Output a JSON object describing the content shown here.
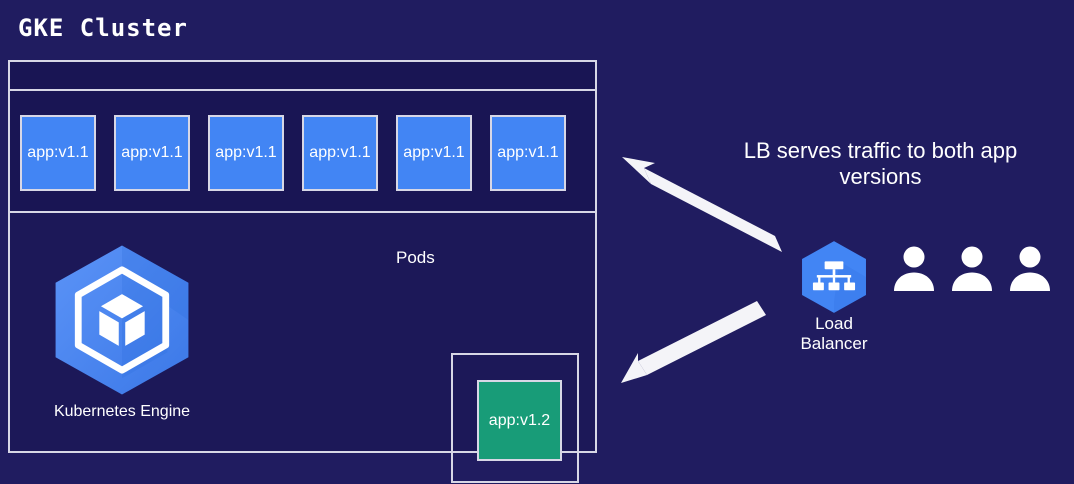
{
  "colors": {
    "background": "#201c60",
    "panel_dark": "#191554",
    "panel_lower": "#1c1858",
    "border": "#d7d7e6",
    "pod_v1_fill": "#4285f4",
    "pod_v2_fill": "#189c78",
    "gke_hex": "#4285f4",
    "lb_hex": "#4285f4",
    "text": "#ffffff",
    "arrow": "#f4f4f8"
  },
  "cluster": {
    "title": "GKE Cluster",
    "pods_label": "Pods",
    "pods_v1": [
      {
        "label": "app:v1.1"
      },
      {
        "label": "app:v1.1"
      },
      {
        "label": "app:v1.1"
      },
      {
        "label": "app:v1.1"
      },
      {
        "label": "app:v1.1"
      },
      {
        "label": "app:v1.1"
      }
    ],
    "pod_v2": {
      "label": "app:v1.2"
    },
    "engine": {
      "label": "Kubernetes Engine",
      "icon": "kubernetes-engine-hexagon-icon"
    }
  },
  "right_panel": {
    "caption": "LB serves traffic to both app versions",
    "load_balancer": {
      "label_line1": "Load",
      "label_line2": "Balancer",
      "icon": "load-balancer-hexagon-icon"
    },
    "users": [
      {
        "icon": "user-icon"
      },
      {
        "icon": "user-icon"
      },
      {
        "icon": "user-icon"
      }
    ],
    "arrows": [
      {
        "name": "arrow-lb-to-v1-pods",
        "direction": "up-left"
      },
      {
        "name": "arrow-lb-to-v2-pod",
        "direction": "down-left"
      }
    ]
  }
}
